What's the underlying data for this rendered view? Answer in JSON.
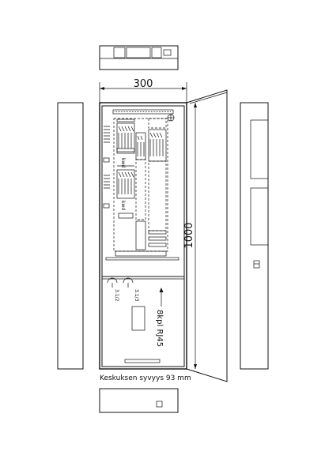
{
  "labels": {
    "width_dimension": "300",
    "height_dimension": "1000",
    "depth_note": "Keskuksen syvyys 93 mm",
    "connector_note": "8kpl RJ45",
    "breaker_label_1": "3.1/2",
    "breaker_label_2": "3.1/3",
    "fuse_label_1": "kwd",
    "fuse_label_2": "kwd"
  },
  "colors": {
    "line": "#111111",
    "background": "#ffffff"
  }
}
